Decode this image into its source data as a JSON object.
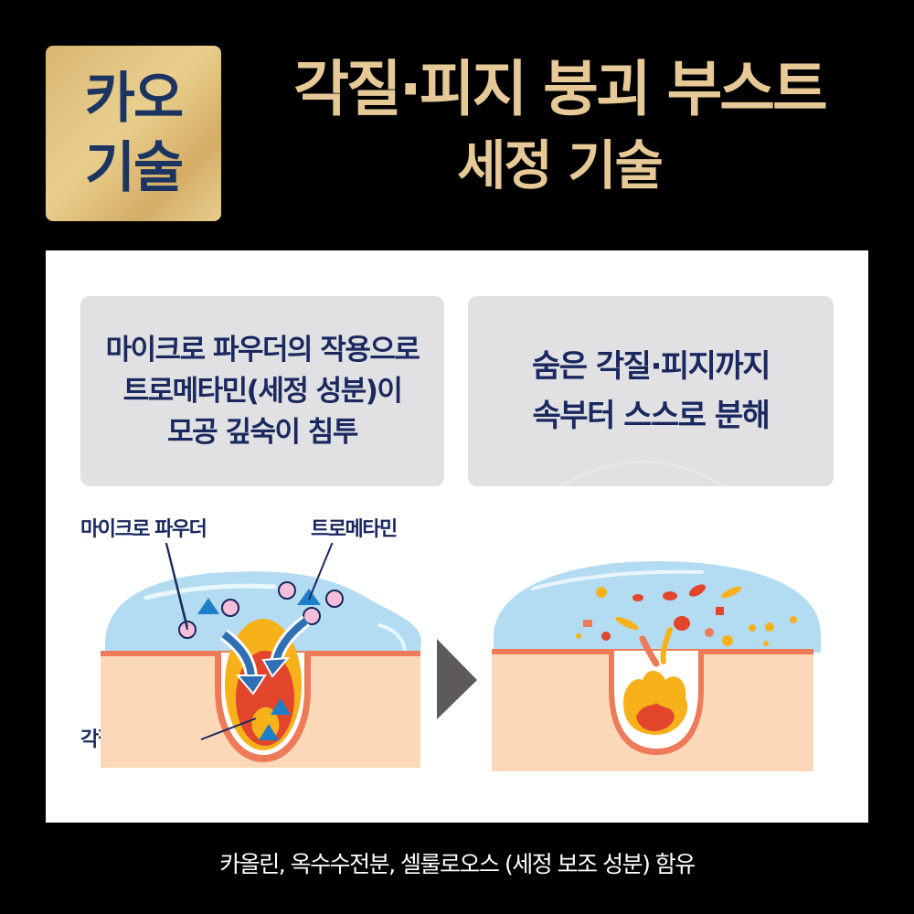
{
  "badge": {
    "line1": "카오",
    "line2": "기술"
  },
  "title": {
    "line1": "각질·피지 붕괴 부스트",
    "line2": "세정 기술"
  },
  "steps": [
    {
      "lines": [
        "마이크로 파우더의 작용으로",
        "트로메타민(세정 성분)이",
        "모공 깊숙이 침투"
      ]
    },
    {
      "lines": [
        "숨은 각질·피지까지",
        "속부터 스스로 분해"
      ]
    }
  ],
  "diagram": {
    "labels": {
      "micro_powder": "마이크로 파우더",
      "tromethamine": "트로메타민",
      "keratin_sebum": "각질·피지"
    },
    "arrow_icon": "next-step-arrow",
    "colors": {
      "gel": "#b3dcf2",
      "skin": "#fbd9b8",
      "skin_line": "#ee7a5a",
      "sebum_outer": "#f7b21b",
      "sebum_inner": "#e2452b",
      "particle": "#f5bfdc",
      "triangle": "#1d7fc7",
      "arrow": "#5f5a5a"
    }
  },
  "footer": {
    "text": "카올린, 옥수수전분, 셀룰로오스 (세정 보조 성분) 함유"
  }
}
